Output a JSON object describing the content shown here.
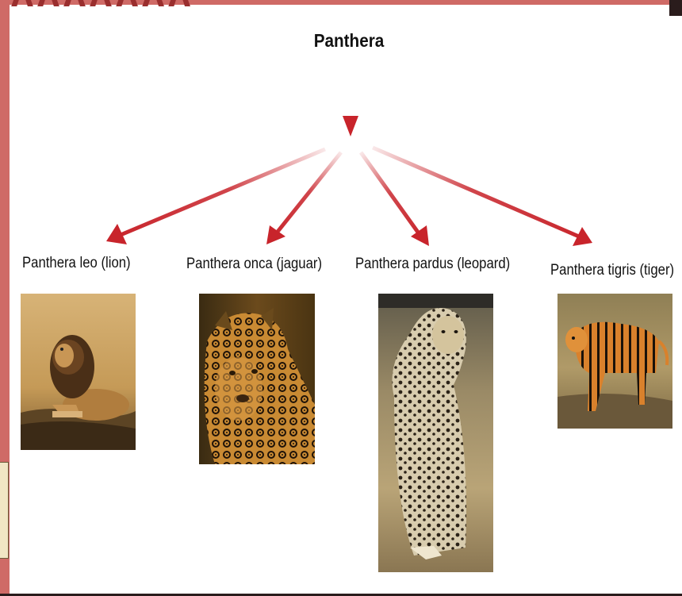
{
  "diagram": {
    "root": "Panthera",
    "species": [
      {
        "label": "Panthera leo (lion)",
        "image": "lion-photo"
      },
      {
        "label": "Panthera onca (jaguar)",
        "image": "jaguar-photo"
      },
      {
        "label": "Panthera pardus (leopard)",
        "image": "leopard-photo"
      },
      {
        "label": "Panthera tigris (tiger)",
        "image": "tiger-photo"
      }
    ]
  },
  "colors": {
    "arrow": "#c8242b",
    "frame": "#cf6a66"
  }
}
